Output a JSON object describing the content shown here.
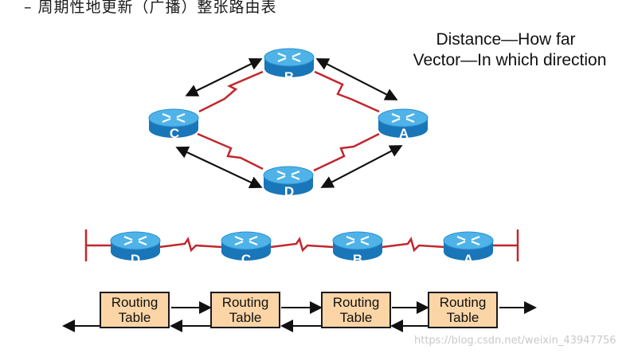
{
  "header": {
    "text": "–  周期性地更新（广播）整张路由表"
  },
  "definitions": {
    "line1": "Distance—How far",
    "line2": "Vector—In which direction"
  },
  "routers": {
    "a": "A",
    "b": "B",
    "c": "C",
    "d": "D"
  },
  "routing_tables": [
    {
      "line1": "Routing",
      "line2": "Table"
    },
    {
      "line1": "Routing",
      "line2": "Table"
    },
    {
      "line1": "Routing",
      "line2": "Table"
    },
    {
      "line1": "Routing",
      "line2": "Table"
    }
  ],
  "watermark": "https://blog.csdn.net/weixin_43947756",
  "colors": {
    "router_top": "#3aa1dc",
    "router_side": "#1976b8",
    "serial_link": "#c0272d",
    "routing_table_fill": "#fbd5a6"
  }
}
